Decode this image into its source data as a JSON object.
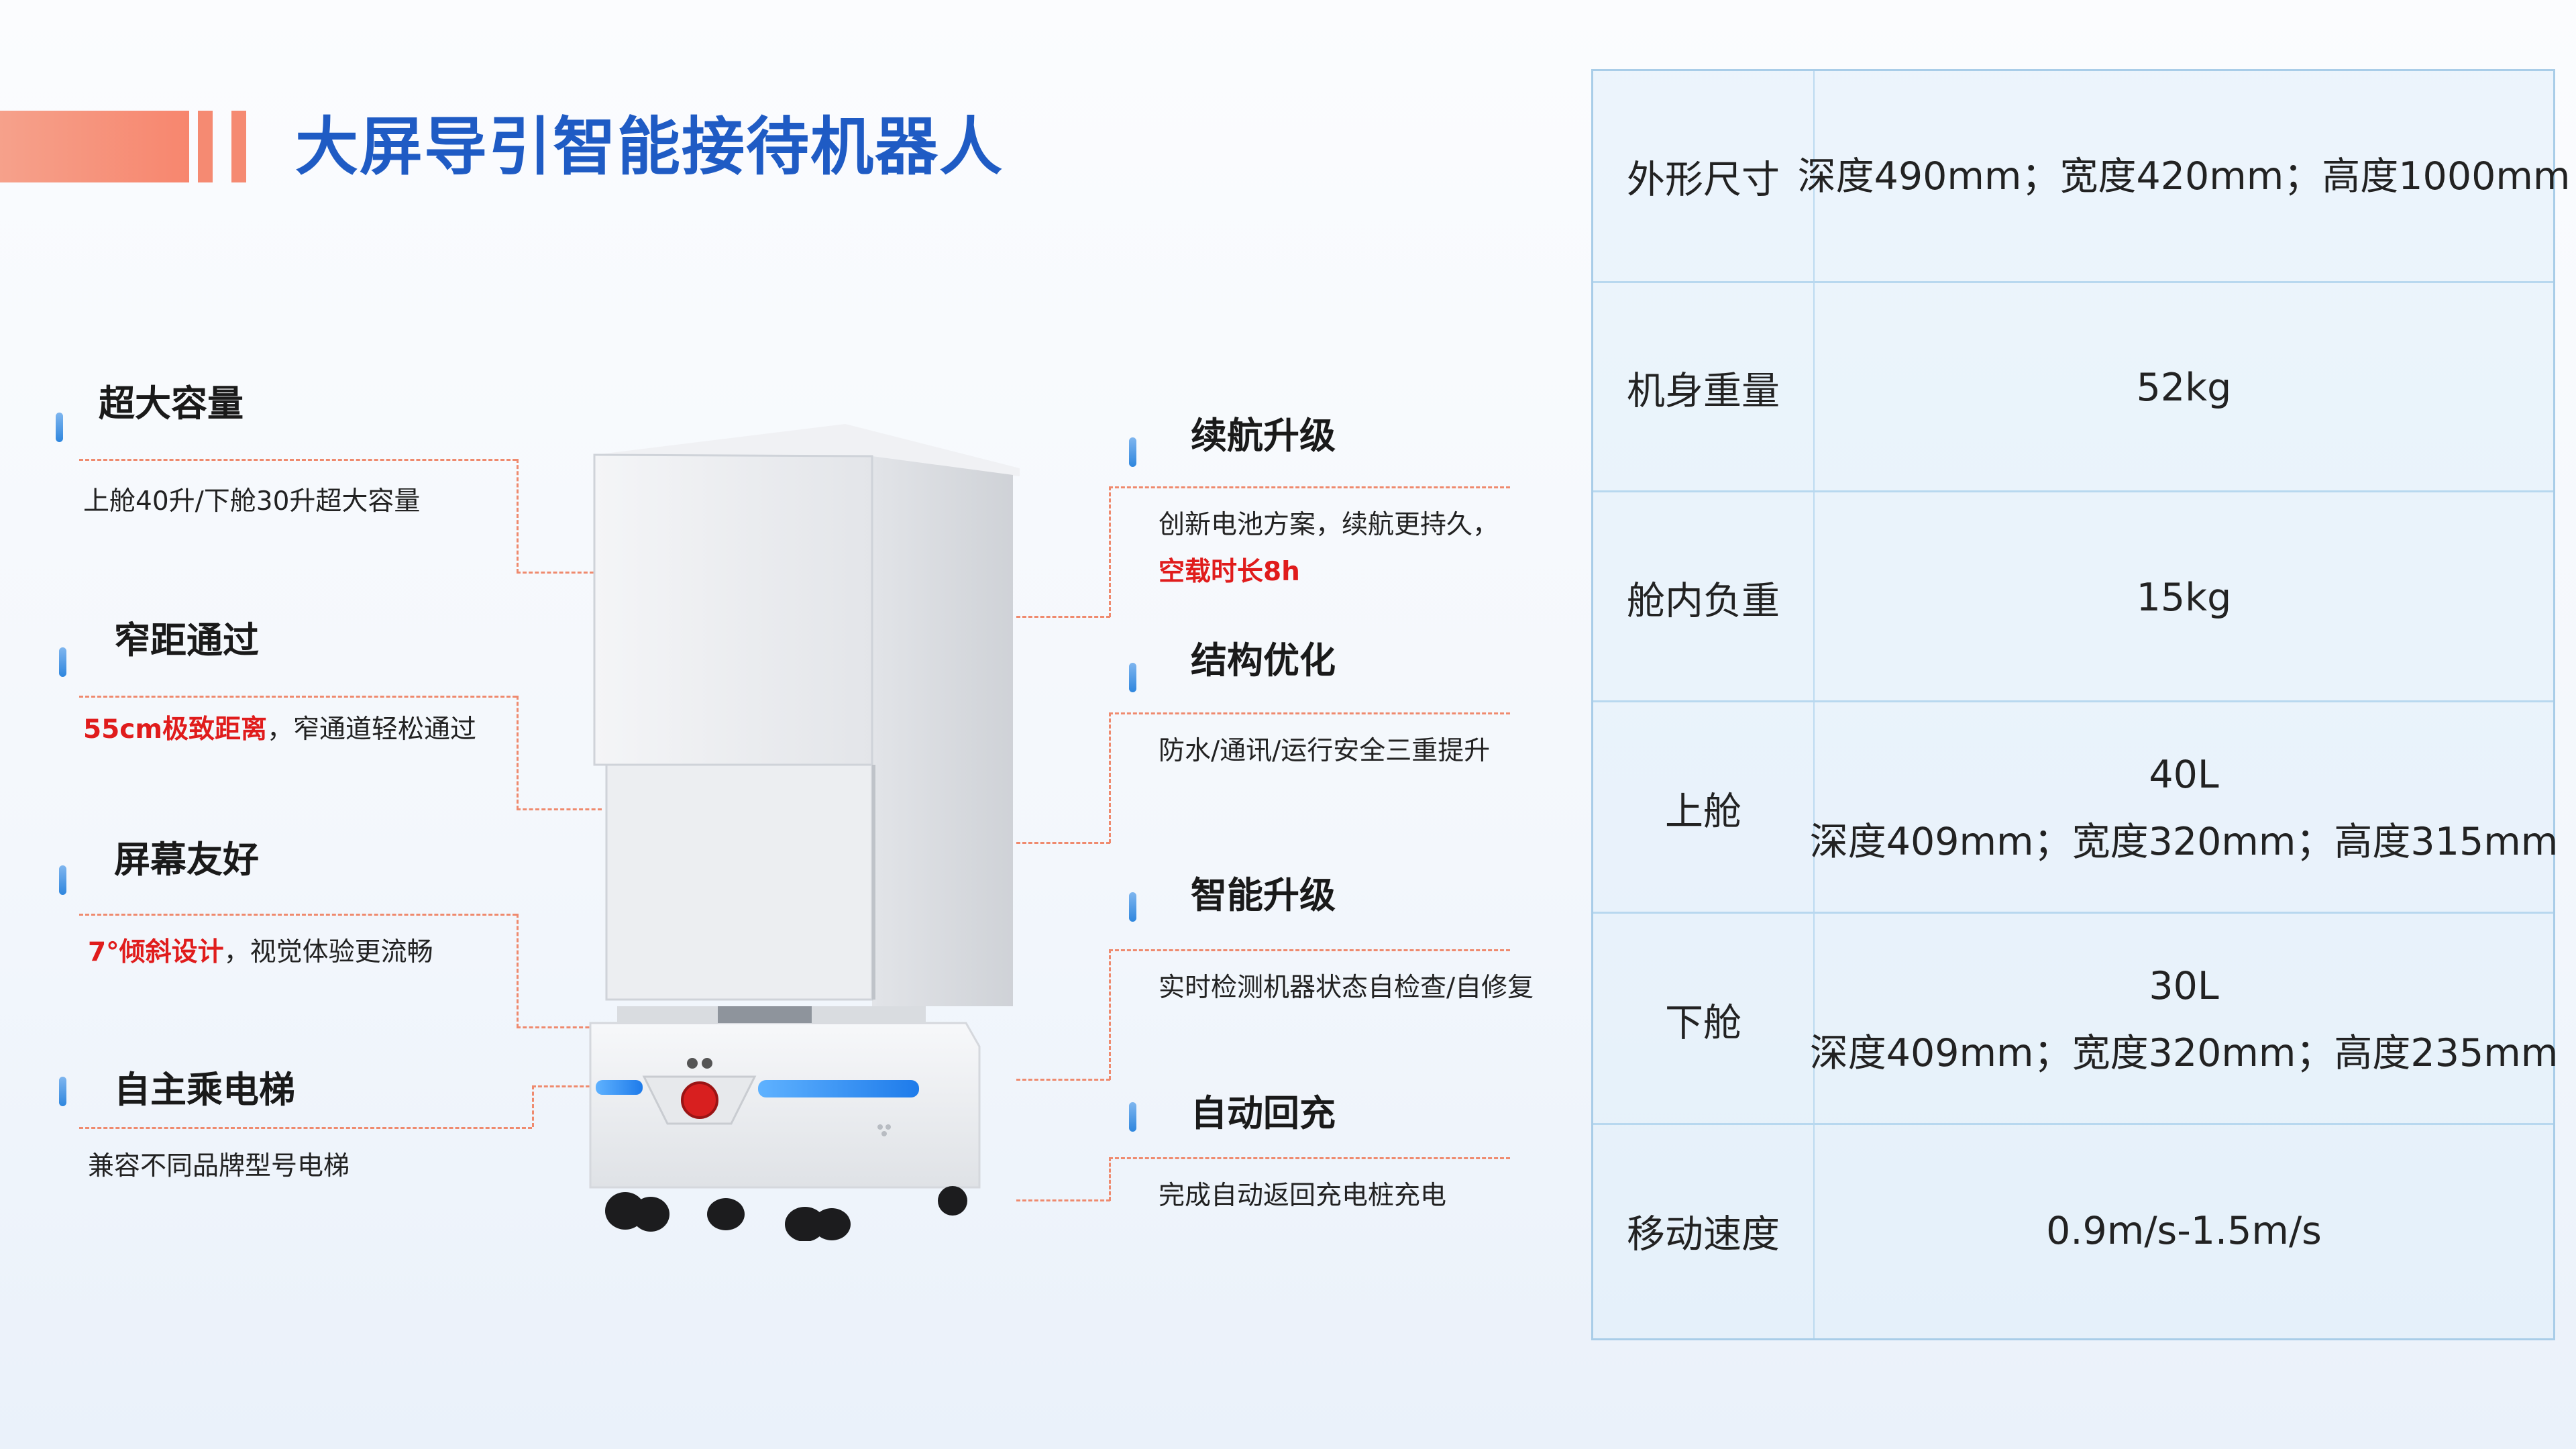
{
  "title": "大屏导引智能接待机器人",
  "features_left": [
    {
      "title": "超大容量",
      "desc_plain": "上舱40升/下舱30升超大容量"
    },
    {
      "title": "窄距通过",
      "desc_hl": "55cm极致距离",
      "desc_rest": "，窄通道轻松通过"
    },
    {
      "title": "屏幕友好",
      "desc_hl": "7°倾斜设计",
      "desc_rest": "，视觉体验更流畅"
    },
    {
      "title": "自主乘电梯",
      "desc_plain": "兼容不同品牌型号电梯"
    }
  ],
  "features_right": [
    {
      "title": "续航升级",
      "desc_line1": "创新电池方案，续航更持久，",
      "desc_hl": "空载时长8h"
    },
    {
      "title": "结构优化",
      "desc_plain": "防水/通讯/运行安全三重提升"
    },
    {
      "title": "智能升级",
      "desc_plain": "实时检测机器状态自检查/自修复"
    },
    {
      "title": "自动回充",
      "desc_plain": "完成自动返回充电桩充电"
    }
  ],
  "specs": [
    {
      "label": "外形尺寸",
      "value": "深度490mm；宽度420mm；高度1000mm"
    },
    {
      "label": "机身重量",
      "value": "52kg"
    },
    {
      "label": "舱内负重",
      "value": "15kg"
    },
    {
      "label": "上舱",
      "value": "40L",
      "value2": "深度409mm；宽度320mm；高度315mm"
    },
    {
      "label": "下舱",
      "value": "30L",
      "value2": "深度409mm；宽度320mm；高度235mm"
    },
    {
      "label": "移动速度",
      "value": "0.9m/s-1.5m/s"
    }
  ],
  "colors": {
    "title": "#1f5bc4",
    "highlight": "#e01c1c",
    "accent": "#f58a72",
    "table_border": "#a9cde8"
  }
}
